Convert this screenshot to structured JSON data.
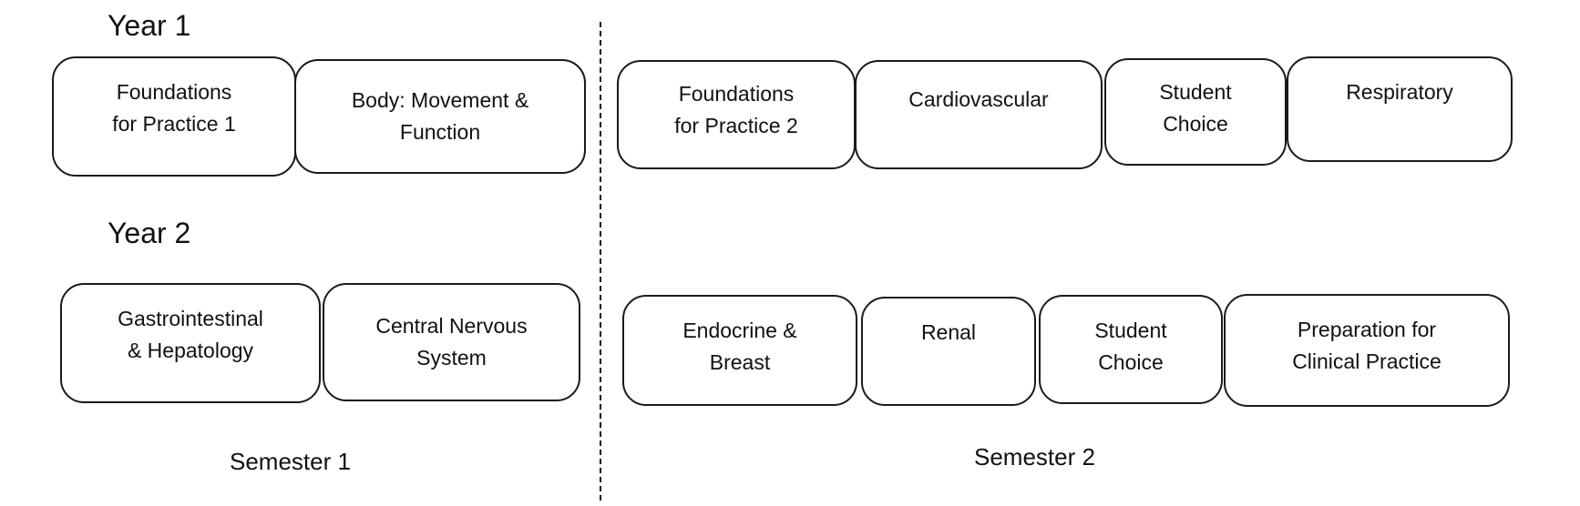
{
  "diagram": {
    "years": [
      {
        "label": "Year 1",
        "semester1": [
          "Foundations\nfor Practice 1",
          "Body: Movement &\nFunction"
        ],
        "semester2": [
          "Foundations\nfor Practice 2",
          "Cardiovascular",
          "Student\nChoice",
          "Respiratory"
        ]
      },
      {
        "label": "Year 2",
        "semester1": [
          "Gastrointestinal\n& Hepatology",
          "Central Nervous\nSystem"
        ],
        "semester2": [
          "Endocrine &\nBreast",
          "Renal",
          "Student\nChoice",
          "Preparation for\nClinical Practice"
        ]
      }
    ],
    "semesters": [
      "Semester 1",
      "Semester 2"
    ]
  }
}
